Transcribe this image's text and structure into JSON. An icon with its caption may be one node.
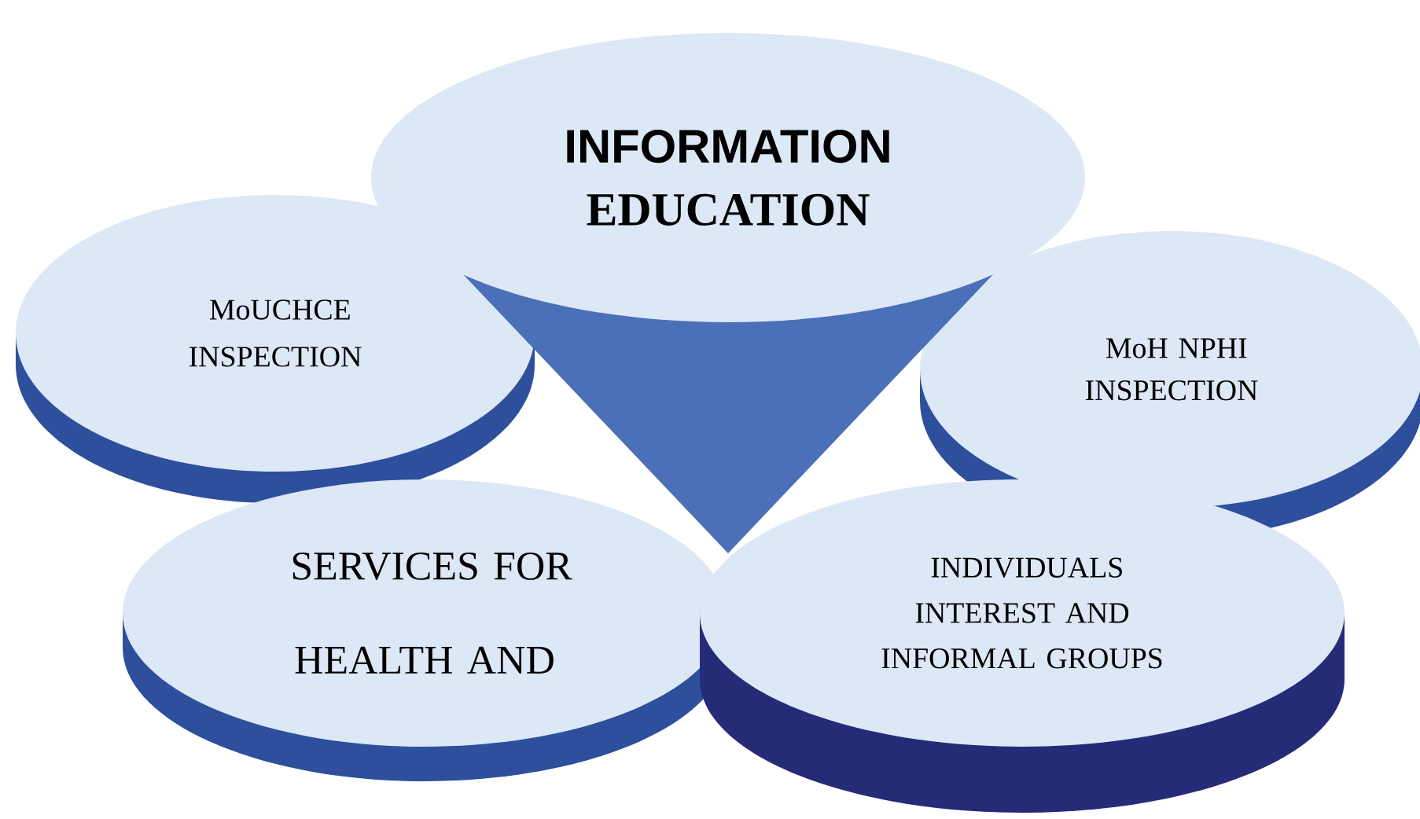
{
  "diagram": {
    "nodes": [
      {
        "text": [
          "INFORMATION",
          "EDUCATION"
        ]
      },
      {
        "text": [
          "MoUCHCE INSPECTION"
        ]
      },
      {
        "text": [
          "MoH NPHI INSPECTION"
        ]
      },
      {
        "text": [
          "SERVICES FOR HEALTH AND"
        ]
      },
      {
        "text": [
          "INDIVIDUALS INTEREST AND INFORMAL GROUPS"
        ]
      }
    ]
  }
}
